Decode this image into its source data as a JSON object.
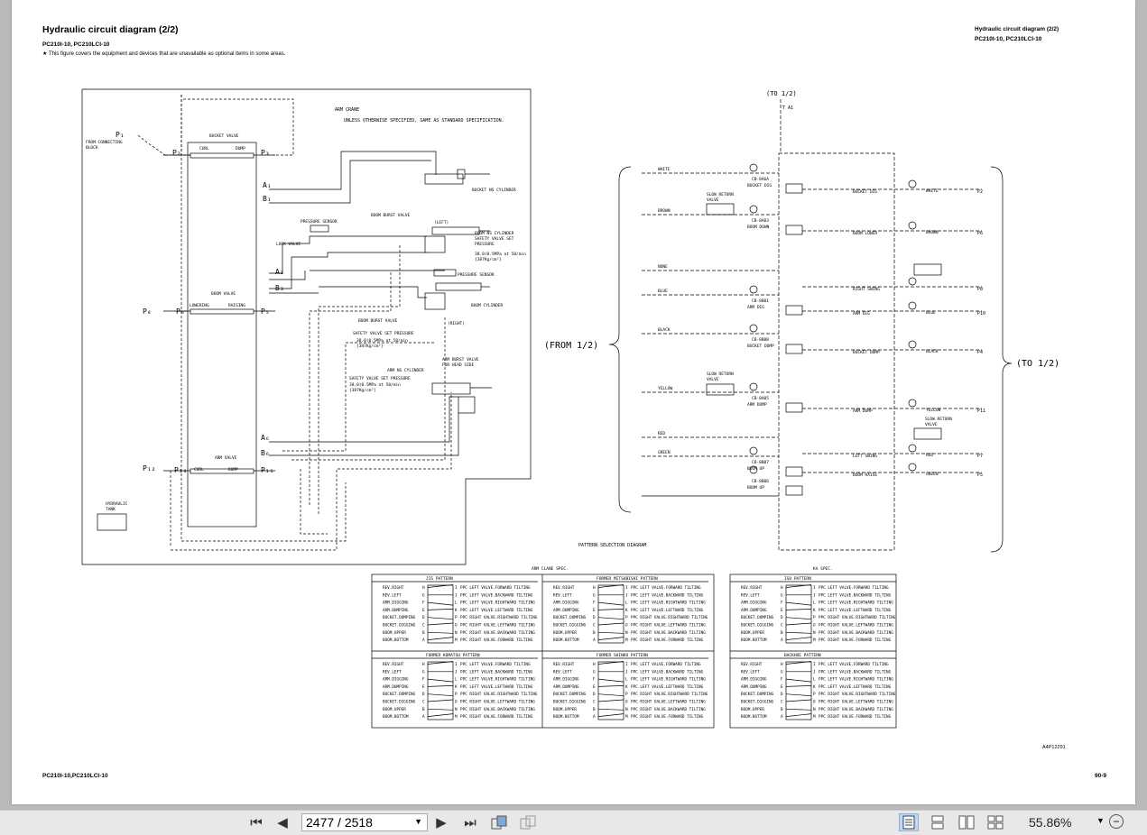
{
  "document": {
    "title": "Hydraulic circuit diagram (2/2)",
    "models": "PC210I-10, PC210LCI-10",
    "note": "★ This figure covers the equipment and devices that are unavailable as optional items in some areas.",
    "header_right_title": "Hydraulic circuit diagram (2/2)",
    "header_right_models": "PC210I-10, PC210LCI-10",
    "footer_left": "PC210I-10,PC210LCI-10",
    "footer_right": "90-9",
    "figure_id": "A4P12291"
  },
  "left_diagram": {
    "heading": "ARM CRANE",
    "spec_note": "UNLESS OTHERWISE SPECIFIED, SAME AS STANDARD SPECIFICATION.",
    "from_connecting_block": [
      "FROM CONNECTING",
      "BLOCK"
    ],
    "bucket_valve": "BUCKET VALVE",
    "curl": "CURL",
    "dump": "DUMP",
    "bucket_ns_cylinder": "BUCKET NS CYLINDER",
    "pressure_sensor": "PRESSURE SENSOR",
    "boom_burst_valve": "BOOM BURST VALVE",
    "left": "(LEFT)",
    "right": "(RIGHT)",
    "boom_ns_cylinder": "BOOM NS CYLINDER",
    "lock_valve": "LOCK VALVE",
    "safety_valve_left": [
      "SAFETY VALVE SET",
      "PRESSURE",
      "38.0(0.5MPa at 50/min",
      "{387Kg/cm²}"
    ],
    "boom_valve": "BOOM VALVE",
    "lowering": "LOWERING",
    "raising": "RAISING",
    "boom_cylinder": "BOOM CYLINDER",
    "safety_valve_right": [
      "SAFETY VALVE SET PRESSURE",
      "38.0(0.5MPa at 50/min",
      "{387Kg/cm²}"
    ],
    "arm_ns_cylinder": "ARM NS CYLINDER",
    "arm_burst_valve": [
      "ARM BURST VALVE",
      "FOR HEAD SIDE"
    ],
    "safety_valve_arm": [
      "SAFETY VALVE SET PRESSURE",
      "38.0(0.5MPa at 50/min",
      "{387Kg/cm²}"
    ],
    "arm_valve": "ARM VALVE",
    "hydraulic_tank": [
      "HYDRAULIC",
      "TANK"
    ],
    "ports": [
      "P1",
      "P2",
      "P3",
      "A1",
      "B1",
      "A3",
      "B3",
      "P8",
      "P9",
      "P5",
      "A6",
      "B6",
      "P12",
      "P10",
      "P11"
    ]
  },
  "right_diagram": {
    "to_top": "(TO 1/2)",
    "t_a1": "T A1",
    "from": "(FROM 1/2)",
    "to_right": "(TO 1/2)",
    "slow_return_valve": [
      "SLOW RETURN",
      "VALVE"
    ],
    "rows": [
      {
        "color": "WHITE",
        "cb": "CB-8A6A",
        "left_func": "BUCKET DIG",
        "right_func": "BUCKET DIG",
        "right_color": "WHITE",
        "p_out": "P2"
      },
      {
        "color": "BROWN",
        "cb": "CB-8A03",
        "left_func": "BOOM DOWN",
        "right_func": "BOOM LOWER",
        "right_color": "BROWN",
        "p_out": "P6"
      },
      {
        "color": "NONE",
        "cb": "",
        "left_func": "",
        "right_func": "RIGHT SWING",
        "right_color": "",
        "p_out": "P8"
      },
      {
        "color": "BLUE",
        "cb": "CB-8B01",
        "left_func": "ARM DIG",
        "right_func": "ARM DIG",
        "right_color": "BLUE",
        "p_out": "P10"
      },
      {
        "color": "BLACK",
        "cb": "CB-8B0B",
        "left_func": "BUCKET DUMP",
        "right_func": "BUCKET DUMP",
        "right_color": "BLACK",
        "p_out": "P4"
      },
      {
        "color": "YELLOW",
        "cb": "CB-8A05",
        "left_func": "ARM DUMP",
        "right_func": "ARM DUMP",
        "right_color": "YELLOW",
        "p_out": "P11"
      },
      {
        "color": "RED",
        "cb": "",
        "left_func": "",
        "right_func": "LEFT SWING",
        "right_color": "RED",
        "p_out": "P7"
      },
      {
        "color": "GREEN",
        "cb": "CB-8B07",
        "left_func": "BOOM UP",
        "right_func": "BOOM RAISE",
        "right_color": "GREEN",
        "p_out": "P5"
      },
      {
        "color": "",
        "cb": "CB-8B06",
        "left_func": "BOOM UP",
        "right_func": "",
        "right_color": "",
        "p_out": ""
      }
    ],
    "slow_return_right": [
      "SLOW RETURN",
      "VALVE"
    ]
  },
  "pattern_section": {
    "title": "PATTERN SELECTION DIAGRAM",
    "arm_crane_spec": "ARM CLANE SPEC.",
    "ka_spec": "KA SPEC.",
    "row_labels": [
      "REV.RIGHT",
      "REV.LEFT",
      "ARM.DIGGING",
      "ARM.DUMPING",
      "BUCKET.DUMPING",
      "BUCKET.DIGGING",
      "BOOM.UPPER",
      "BOOM.BOTTOM"
    ],
    "row_letters": [
      "H",
      "G",
      "F",
      "E",
      "D",
      "C",
      "B",
      "A"
    ],
    "tables": [
      {
        "title": "JIS PATTERN",
        "items": [
          [
            "I",
            "PPC LEFT VALVE.FORWARD TILTING"
          ],
          [
            "J",
            "PPC LEFT VALVE.BACKWARD TILTING"
          ],
          [
            "L",
            "PPC LEFT VALVE.RIGHTWARD TILTING"
          ],
          [
            "K",
            "PPC LEFT VALVE.LEFTWARD TILTING"
          ],
          [
            "P",
            "PPC RIGHT VALVE.RIGHTWARD TILTING"
          ],
          [
            "O",
            "PPC RIGHT VALVE.LEFTWARD TILTING"
          ],
          [
            "N",
            "PPC RIGHT VALVE.BACKWARD TILTING"
          ],
          [
            "M",
            "PPC RIGHT VALVE.FORWARD TILTING"
          ]
        ]
      },
      {
        "title": "FORMER MITSUBISHI PATTERN",
        "items": [
          [
            "I",
            "PPC LEFT VALVE.FORWARD TILTING"
          ],
          [
            "J",
            "PPC LEFT VALVE.BACKWARD TILTING"
          ],
          [
            "L",
            "PPC LEFT VALVE.RIGHTWARD TILTING"
          ],
          [
            "K",
            "PPC LEFT VALVE.LEFTWARD TILTING"
          ],
          [
            "P",
            "PPC RIGHT VALVE.RIGHTWARD TILTING"
          ],
          [
            "O",
            "PPC RIGHT VALVE.LEFTWARD TILTING"
          ],
          [
            "N",
            "PPC RIGHT VALVE.BACKWARD TILTING"
          ],
          [
            "M",
            "PPC RIGHT VALVE.FORWARD TILTING"
          ]
        ]
      },
      {
        "title": "ISO PATTERN",
        "items": [
          [
            "I",
            "PPC LEFT VALVE.FORWARD TILTING"
          ],
          [
            "J",
            "PPC LEFT VALVE.BACKWARD TILTING"
          ],
          [
            "L",
            "PPC LEFT VALVE.RIGHTWARD TILTING"
          ],
          [
            "K",
            "PPC LEFT VALVE.LEFTWARD TILTING"
          ],
          [
            "P",
            "PPC RIGHT VALVE.RIGHTWARD TILTING"
          ],
          [
            "O",
            "PPC RIGHT VALVE.LEFTWARD TILTING"
          ],
          [
            "N",
            "PPC RIGHT VALVE.BACKWARD TILTING"
          ],
          [
            "M",
            "PPC RIGHT VALVE.FORWARD TILTING"
          ]
        ]
      },
      {
        "title": "FORMER KOMATSU PATTERN",
        "items": [
          [
            "I",
            "PPC LEFT VALVE.FORWARD TILTING"
          ],
          [
            "J",
            "PPC LEFT VALVE.BACKWARD TILTING"
          ],
          [
            "L",
            "PPC LEFT VALVE.RIGHTWARD TILTING"
          ],
          [
            "K",
            "PPC LEFT VALVE.LEFTWARD TILTING"
          ],
          [
            "P",
            "PPC RIGHT VALVE.RIGHTWARD TILTING"
          ],
          [
            "O",
            "PPC RIGHT VALVE.LEFTWARD TILTING"
          ],
          [
            "N",
            "PPC RIGHT VALVE.BACKWARD TILTING"
          ],
          [
            "M",
            "PPC RIGHT VALVE.FORWARD TILTING"
          ]
        ]
      },
      {
        "title": "FORMER SHINKO PATTERN",
        "items": [
          [
            "I",
            "PPC LEFT VALVE.FORWARD TILTING"
          ],
          [
            "J",
            "PPC LEFT VALVE.BACKWARD TILTING"
          ],
          [
            "L",
            "PPC LEFT VALVE.RIGHTWARD TILTING"
          ],
          [
            "K",
            "PPC LEFT VALVE.LEFTWARD TILTING"
          ],
          [
            "P",
            "PPC RIGHT VALVE.RIGHTWARD TILTING"
          ],
          [
            "O",
            "PPC RIGHT VALVE.LEFTWARD TILTING"
          ],
          [
            "N",
            "PPC RIGHT VALVE.BACKWARD TILTING"
          ],
          [
            "M",
            "PPC RIGHT VALVE.FORWARD TILTING"
          ]
        ]
      },
      {
        "title": "BACKHOE PATTERN",
        "items": [
          [
            "I",
            "PPC LEFT VALVE.FORWARD TILTING"
          ],
          [
            "J",
            "PPC LEFT VALVE.BACKWARD TILTING"
          ],
          [
            "L",
            "PPC LEFT VALVE.RIGHTWARD TILTING"
          ],
          [
            "K",
            "PPC LEFT VALVE.LEFTWARD TILTING"
          ],
          [
            "P",
            "PPC RIGHT VALVE.RIGHTWARD TILTING"
          ],
          [
            "O",
            "PPC RIGHT VALVE.LEFTWARD TILTING"
          ],
          [
            "N",
            "PPC RIGHT VALVE.BACKWARD TILTING"
          ],
          [
            "M",
            "PPC RIGHT VALVE.FORWARD TILTING"
          ]
        ]
      }
    ]
  },
  "toolbar": {
    "first_page_icon": "first-page-icon",
    "prev_page_icon": "prev-page-icon",
    "page_value": "2477 / 2518",
    "next_page_icon": "next-page-icon",
    "last_page_icon": "last-page-icon",
    "zoom": "55.86%",
    "zoom_out": "−"
  }
}
